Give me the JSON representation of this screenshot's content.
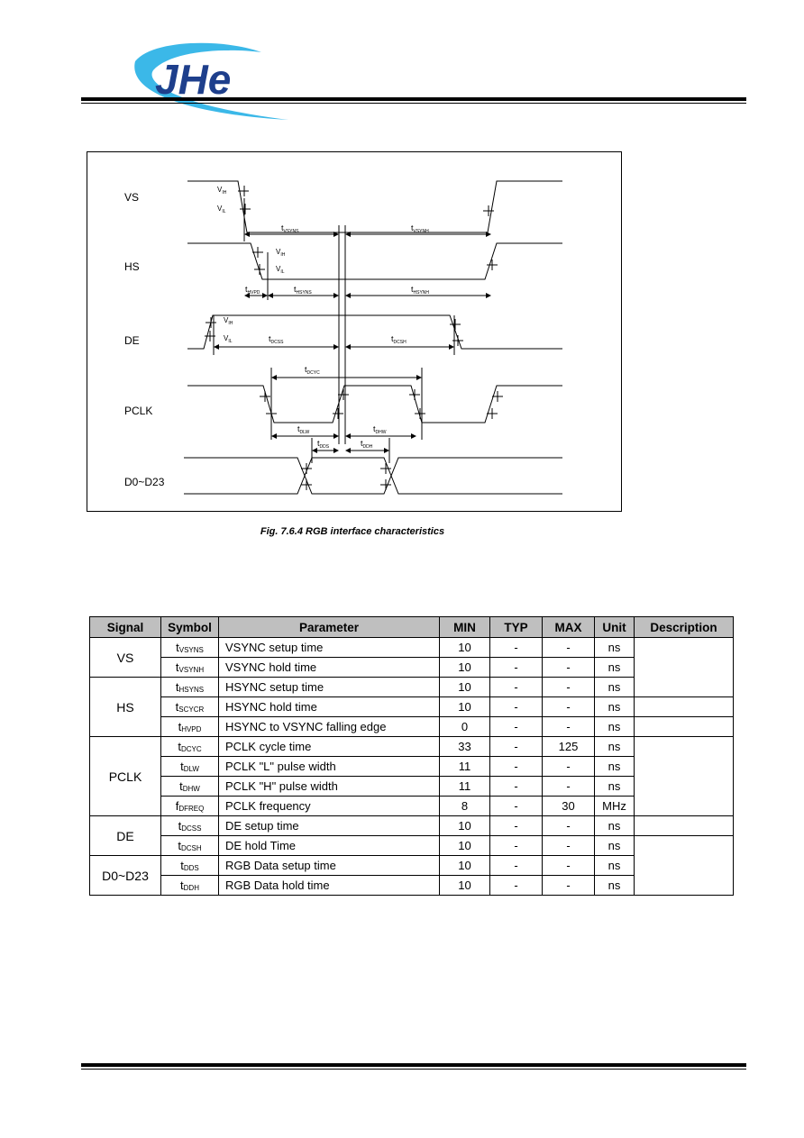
{
  "logo": {
    "text": "JHe"
  },
  "diagram": {
    "signals": [
      "VS",
      "HS",
      "DE",
      "PCLK",
      "D0~D23"
    ],
    "levels": {
      "vih": "V",
      "vih_sub": "IH",
      "vil": "V",
      "vil_sub": "IL"
    },
    "timings": {
      "tvsyns": {
        "main": "t",
        "sub": "VSYNS"
      },
      "tvsynh": {
        "main": "t",
        "sub": "VSYNH"
      },
      "thvpd": {
        "main": "t",
        "sub": "HVPD"
      },
      "thsyns": {
        "main": "t",
        "sub": "HSYNS"
      },
      "thsynh": {
        "main": "t",
        "sub": "HSYNH"
      },
      "tdcss": {
        "main": "t",
        "sub": "DCSS"
      },
      "tdcsh": {
        "main": "t",
        "sub": "DCSH"
      },
      "tdcyc": {
        "main": "t",
        "sub": "DCYC"
      },
      "tdlw": {
        "main": "t",
        "sub": "DLW"
      },
      "tdhw": {
        "main": "t",
        "sub": "DHW"
      },
      "tdds": {
        "main": "t",
        "sub": "DDS"
      },
      "tddh": {
        "main": "t",
        "sub": "DDH"
      }
    }
  },
  "caption": "Fig. 7.6.4 RGB interface characteristics",
  "table": {
    "headers": [
      "Signal",
      "Symbol",
      "Parameter",
      "MIN",
      "TYP",
      "MAX",
      "Unit",
      "Description"
    ],
    "groups": [
      {
        "signal": "VS",
        "rows": [
          {
            "sym": "t",
            "sym_sub": "VSYNS",
            "param": "VSYNC setup time",
            "min": "10",
            "typ": "-",
            "max": "-",
            "unit": "ns"
          },
          {
            "sym": "t",
            "sym_sub": "VSYNH",
            "param": "VSYNC hold time",
            "min": "10",
            "typ": "-",
            "max": "-",
            "unit": "ns"
          }
        ]
      },
      {
        "signal": "HS",
        "rows": [
          {
            "sym": "t",
            "sym_sub": "HSYNS",
            "param": "HSYNC setup time",
            "min": "10",
            "typ": "-",
            "max": "-",
            "unit": "ns"
          },
          {
            "sym": "t",
            "sym_sub": "SCYCR",
            "param": "HSYNC hold time",
            "min": "10",
            "typ": "-",
            "max": "-",
            "unit": "ns"
          },
          {
            "sym": "t",
            "sym_sub": "HVPD",
            "param": "HSYNC to VSYNC falling edge",
            "min": "0",
            "typ": "-",
            "max": "-",
            "unit": "ns"
          }
        ]
      },
      {
        "signal": "PCLK",
        "rows": [
          {
            "sym": "t",
            "sym_sub": "DCYC",
            "param": "PCLK cycle time",
            "min": "33",
            "typ": "-",
            "max": "125",
            "unit": "ns"
          },
          {
            "sym": "t",
            "sym_sub": "DLW",
            "param": "PCLK \"L\" pulse width",
            "min": "11",
            "typ": "-",
            "max": "-",
            "unit": "ns"
          },
          {
            "sym": "t",
            "sym_sub": "DHW",
            "param": "PCLK \"H\" pulse width",
            "min": "11",
            "typ": "-",
            "max": "-",
            "unit": "ns"
          },
          {
            "sym": "f",
            "sym_sub": "DFREQ",
            "param": "PCLK frequency",
            "min": "8",
            "typ": "-",
            "max": "30",
            "unit": "MHz"
          }
        ]
      },
      {
        "signal": "DE",
        "rows": [
          {
            "sym": "t",
            "sym_sub": "DCSS",
            "param": "DE setup time",
            "min": "10",
            "typ": "-",
            "max": "-",
            "unit": "ns"
          },
          {
            "sym": "t",
            "sym_sub": "DCSH",
            "param": "DE hold Time",
            "min": "10",
            "typ": "-",
            "max": "-",
            "unit": "ns"
          }
        ]
      },
      {
        "signal": "D0~D23",
        "rows": [
          {
            "sym": "t",
            "sym_sub": "DDS",
            "param": "RGB Data setup time",
            "min": "10",
            "typ": "-",
            "max": "-",
            "unit": "ns"
          },
          {
            "sym": "t",
            "sym_sub": "DDH",
            "param": "RGB Data hold time",
            "min": "10",
            "typ": "-",
            "max": "-",
            "unit": "ns"
          }
        ]
      }
    ]
  }
}
